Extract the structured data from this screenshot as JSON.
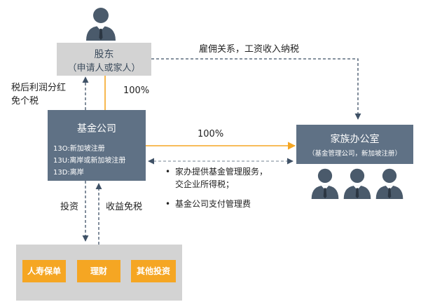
{
  "nodes": {
    "shareholder": {
      "title": "股东",
      "subtitle": "（申请人或家人）"
    },
    "fund_company": {
      "title": "基金公司",
      "items": [
        "13O:新加坡注册",
        "13U:离岸或新加坡注册",
        "13D:离岸"
      ]
    },
    "family_office": {
      "title": "家族办公室",
      "subtitle": "（基金管理公司，新加坡注册）"
    },
    "investments": {
      "items": [
        "人寿保单",
        "理财",
        "其他投资"
      ]
    }
  },
  "labels": {
    "employment": "雇佣关系，工资收入纳税",
    "dividend_line1": "税后利润分红",
    "dividend_line2": "免个税",
    "ownership_shareholder": "100%",
    "ownership_family_office": "100%",
    "invest": "投资",
    "income_tax_free": "收益免税"
  },
  "services": {
    "bullet": "•",
    "item1_line1": "家办提供基金管理服务，",
    "item1_line2": "交企业所得税；",
    "item2": "基金公司支付管理费"
  },
  "colors": {
    "slate": "#5f7185",
    "grey": "#d3d3d3",
    "orange": "#f5a623",
    "dashed_line": "#3f5166",
    "solid_line": "#f5a623"
  }
}
